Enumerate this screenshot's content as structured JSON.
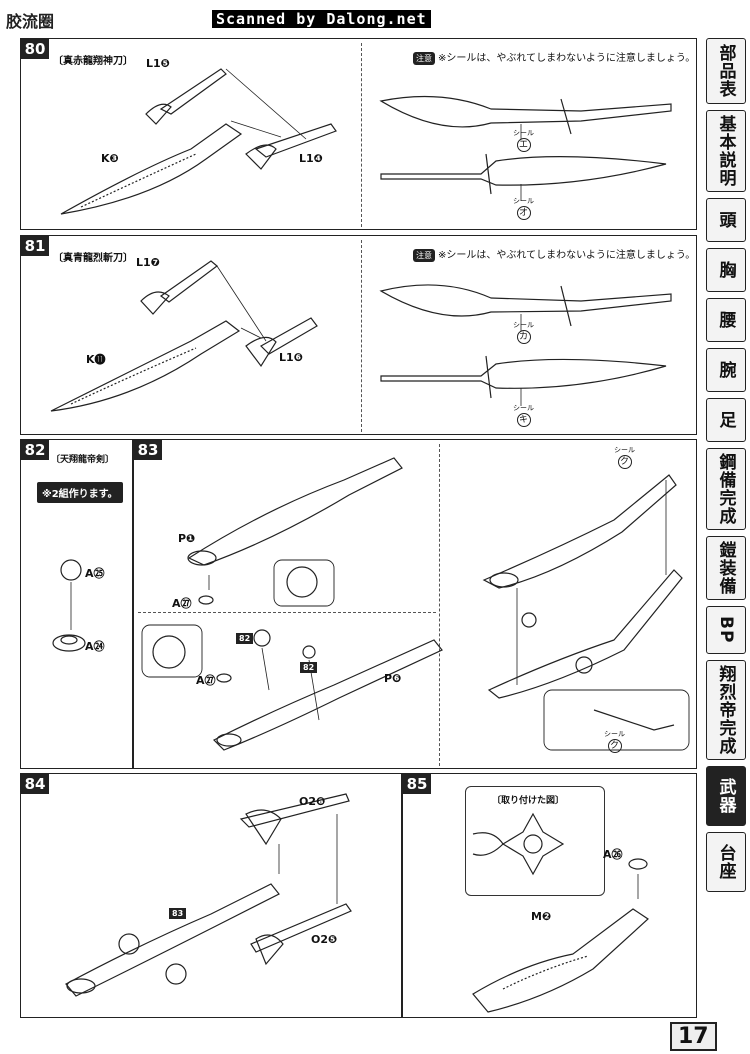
{
  "header": {
    "left": "胶流圈",
    "banner": "Scanned by Dalong.net"
  },
  "page_number": "17",
  "tabs": [
    "部品表",
    "基本説明",
    "頭",
    "胸",
    "腰",
    "腕",
    "足",
    "鋼備完成",
    "鎧装備",
    "BP",
    "翔烈帝完成",
    "武器",
    "台座"
  ],
  "active_tab": "武器",
  "steps": {
    "s80": {
      "num": "80",
      "subtitle": "〔真赤龍翔神刀〕",
      "note_badge": "注意",
      "note": "※シールは、やぶれてしまわないように注意しましょう。",
      "parts": [
        "L1❺",
        "K❸",
        "L1❹"
      ],
      "seals": [
        "エ",
        "オ"
      ],
      "seal_word": "シール"
    },
    "s81": {
      "num": "81",
      "subtitle": "〔真青龍烈斬刀〕",
      "note_badge": "注意",
      "note": "※シールは、やぶれてしまわないように注意しましょう。",
      "parts": [
        "L1❼",
        "K⓫",
        "L1❻"
      ],
      "seals": [
        "カ",
        "キ"
      ],
      "seal_word": "シール"
    },
    "s82": {
      "num": "82",
      "subtitle": "〔天翔龍帝剣〕",
      "note": "※2組作ります。",
      "parts": [
        "A㉕",
        "A㉔"
      ]
    },
    "s83": {
      "num": "83",
      "parts": [
        "P❶",
        "A㉗",
        "A㉗",
        "P❻"
      ],
      "tags": [
        "82",
        "82"
      ],
      "seals": [
        "ク",
        "ク"
      ],
      "seal_word": "シール"
    },
    "s84": {
      "num": "84",
      "parts": [
        "O2❽",
        "O2❺"
      ],
      "tags": [
        "83"
      ]
    },
    "s85": {
      "num": "85",
      "inset_title": "〔取り付けた図〕",
      "parts": [
        "A㉖",
        "M❷"
      ]
    }
  }
}
